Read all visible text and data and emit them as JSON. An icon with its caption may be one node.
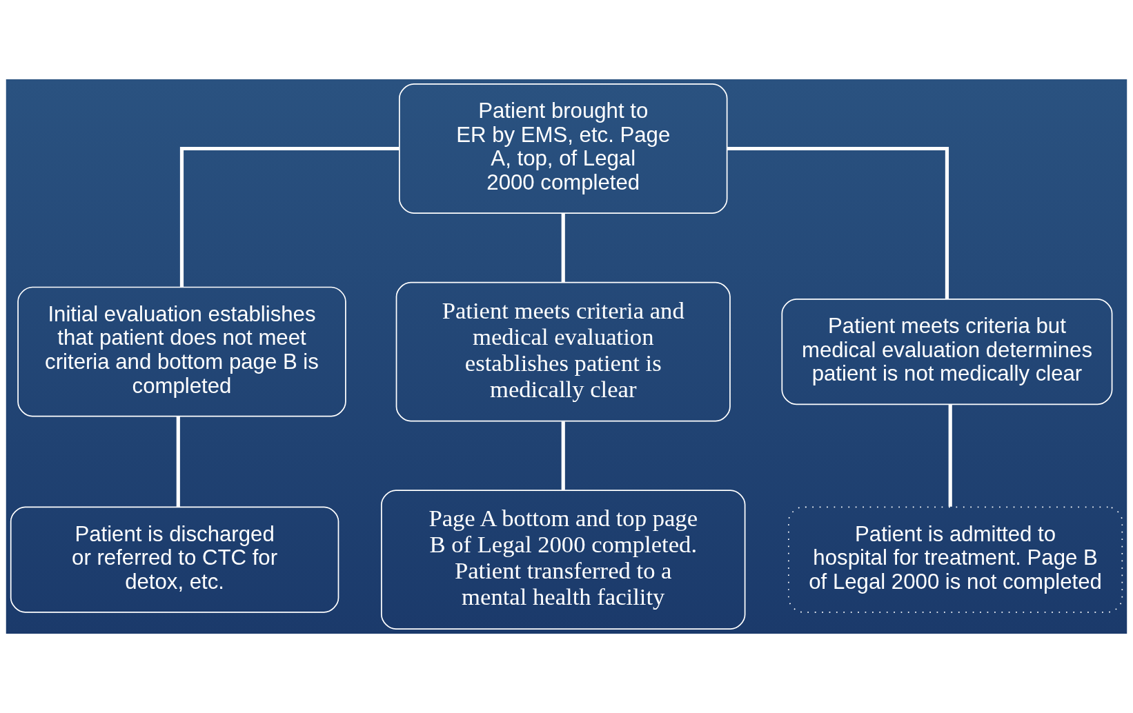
{
  "diagram": {
    "nodes": [
      {
        "text": [
          "Patient brought to ER by EMS, etc. Page A, top, of Legal 2000 completed"
        ]
      },
      {
        "text": [
          "Initial evaluation establishes that patient does not meet criteria and bottom page B is completed"
        ]
      },
      {
        "text": [
          "Patient meets criteria and medical evaluation establishes patient is medically clear"
        ]
      },
      {
        "text": [
          "Patient meets criteria but medical evaluation determines patient is not medically clear"
        ]
      },
      {
        "text": [
          "Patient is discharged or referred to CTC for detox, etc."
        ]
      },
      {
        "text": [
          "Page A bottom and top page B of Legal 2000 completed. Patient transferred to a mental health facility"
        ]
      },
      {
        "text": [
          "Patient is admitted to hospital for treatment. Page B of Legal 2000 is not completed"
        ]
      }
    ],
    "edges": [
      {
        "from": 0,
        "to": 1,
        "arrow": "none"
      },
      {
        "from": 0,
        "to": 2,
        "arrow": "none"
      },
      {
        "from": 0,
        "to": 3,
        "arrow": "none"
      },
      {
        "from": 1,
        "to": 4,
        "arrow": "none"
      },
      {
        "from": 2,
        "to": 5,
        "arrow": "none"
      },
      {
        "from": 3,
        "to": 6,
        "arrow": "none"
      }
    ]
  }
}
